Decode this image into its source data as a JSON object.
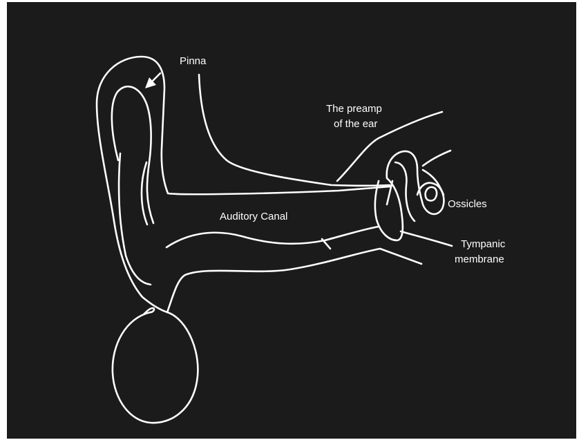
{
  "figure": {
    "background_color": "#1b1b1b",
    "line_color": "#ffffff",
    "labels": {
      "pinna": "Pinna",
      "preamp_line1": "The preamp",
      "preamp_line2": "of the ear",
      "auditory_canal": "Auditory Canal",
      "ossicles": "Ossicles",
      "tympanic_line1": "Tympanic",
      "tympanic_line2": "membrane"
    }
  }
}
